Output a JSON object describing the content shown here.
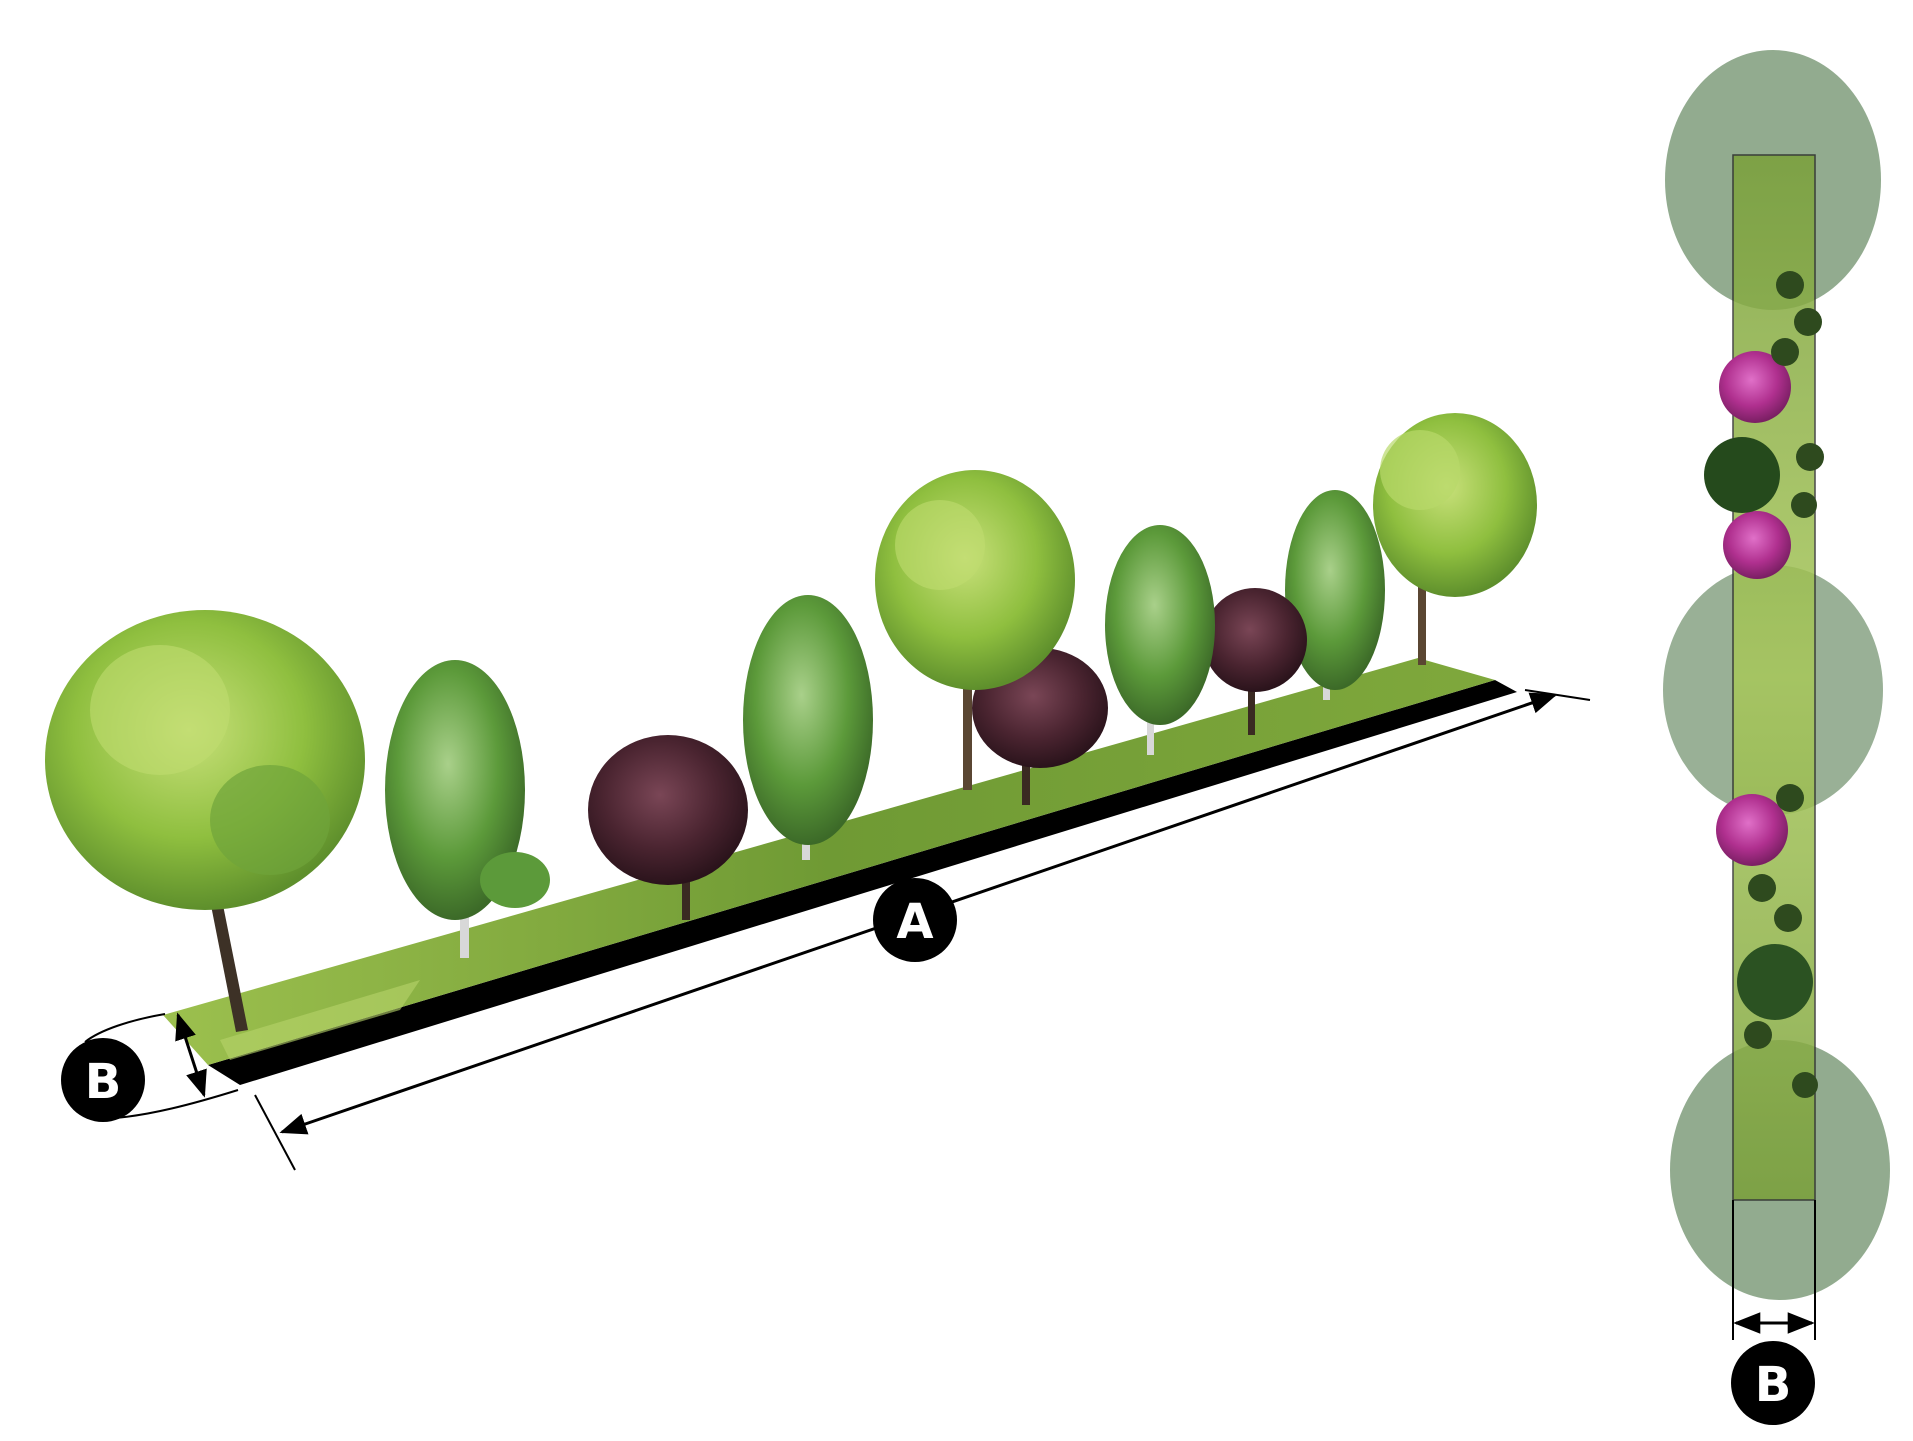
{
  "labels": {
    "length": "A",
    "width_perspective": "B",
    "width_plan": "B"
  },
  "colors": {
    "grass": "#6f9a34",
    "grass_light": "#9cc04e",
    "strip_edge": "#000000",
    "tree_light": "#8fbf3f",
    "tree_mid": "#5c9a3a",
    "tree_dark": "#3f6f2a",
    "tree_purple": "#4a2430",
    "shrub_magenta": "#b0308f",
    "shrub_dark": "#2e4a1e",
    "canopy_plan": "#6e8f6a",
    "badge": "#000000"
  },
  "icons": {
    "tree": "deciduous-tree-icon",
    "shrub": "flowering-shrub-icon"
  }
}
